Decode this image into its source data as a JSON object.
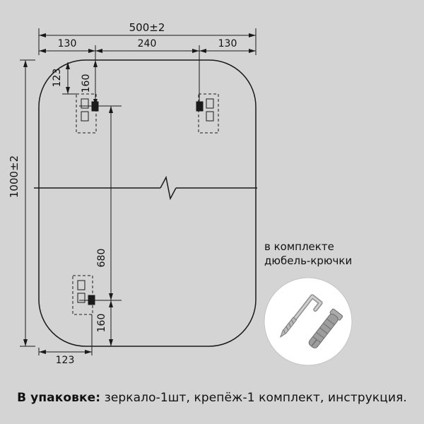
{
  "page": {
    "background": "#d4d4d4"
  },
  "drawing": {
    "line_color": "#1a1a1a",
    "dimensions": {
      "width_total": "500±2",
      "height_total": "1000±2",
      "top_offset_left": "130",
      "top_span_center": "240",
      "top_offset_right": "130",
      "hook_edge_offset_top": "123",
      "hook_top_inset": "160",
      "hooks_span": "680",
      "hook_bottom_inset": "160",
      "hook_edge_offset_bottom": "123"
    }
  },
  "included_note": {
    "line1": "в комплекте",
    "line2": "дюбель-крючки"
  },
  "hardware": {
    "circle_fill": "#ffffff",
    "items": [
      "hook-screw-icon",
      "wall-plug-icon"
    ]
  },
  "package_note": {
    "label": "В упаковке:",
    "text": " зеркало-1шт, крепёж-1 комплект, инструкция."
  }
}
